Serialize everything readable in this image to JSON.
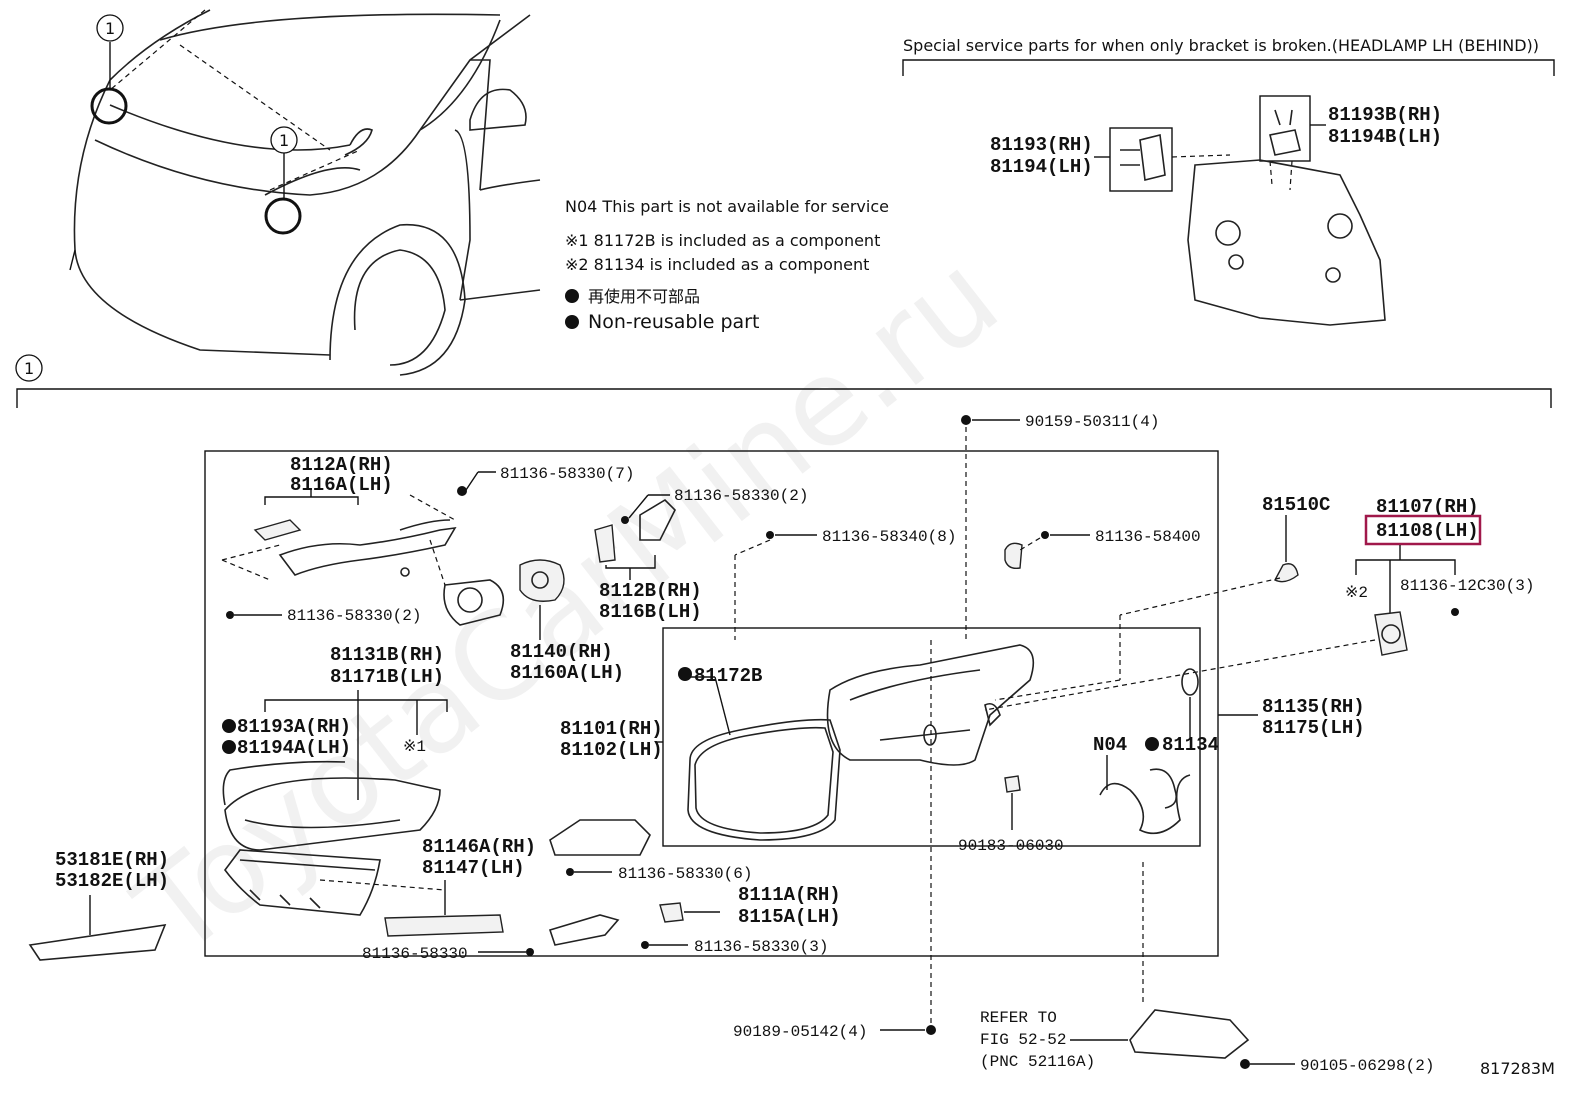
{
  "ref_number": "817283M",
  "watermark": "ToyotaCarMine.ru",
  "circle_ref": "1",
  "special_note": "Special service parts for when only bracket is broken.(HEADLAMP LH (BEHIND))",
  "legend": {
    "n04": "N04 This part is not available for service",
    "k1": "※1 81172B is included as a component",
    "k2": "※2 81134 is included as a component",
    "nonreuse_jp": "再使用不可部品",
    "nonreuse_en": "Non-reusable part"
  },
  "bracket_parts": {
    "p81193": "81193(RH)",
    "p81194": "81194(LH)",
    "p81193b": "81193B(RH)",
    "p81194b": "81194B(LH)"
  },
  "labels": {
    "l90159": "90159-50311(4)",
    "l8112a": "8112A(RH)",
    "l8116a": "8116A(LH)",
    "l81136_7": "81136-58330(7)",
    "l81136_2a": "81136-58330(2)",
    "l81136_340": "81136-58340(8)",
    "l81136_400": "81136-58400",
    "l81510c": "81510C",
    "l81107": "81107(RH)",
    "l81108": "81108(LH)",
    "l81136_12c": "81136-12C30(3)",
    "k2mark": "※2",
    "l81136_2b": "81136-58330(2)",
    "l8112b": "8112B(RH)",
    "l8116b": "8116B(LH)",
    "l81140": "81140(RH)",
    "l81160a": "81160A(LH)",
    "l81131b": "81131B(RH)",
    "l81171b": "81171B(LH)",
    "l81172b": "81172B",
    "l81193a": "81193A(RH)",
    "l81194a": "81194A(LH)",
    "k1mark": "※1",
    "l81101": "81101(RH)",
    "l81102": "81102(LH)",
    "ln04": "N04",
    "l81134": "81134",
    "l81135": "81135(RH)",
    "l81175": "81175(LH)",
    "l81146a": "81146A(RH)",
    "l81147": "81147(LH)",
    "l81136_6": "81136-58330(6)",
    "l90183": "90183-06030",
    "l8111a": "8111A(RH)",
    "l8115a": "8115A(LH)",
    "l53181e": "53181E(RH)",
    "l53182e": "53182E(LH)",
    "l81136_58330": "81136-58330",
    "l81136_3": "81136-58330(3)",
    "l90189": "90189-05142(4)",
    "refer1": "REFER TO",
    "refer2": "FIG 52-52",
    "refer3": "(PNC 52116A)",
    "l90105": "90105-06298(2)"
  },
  "highlight_color": "#a0184a"
}
